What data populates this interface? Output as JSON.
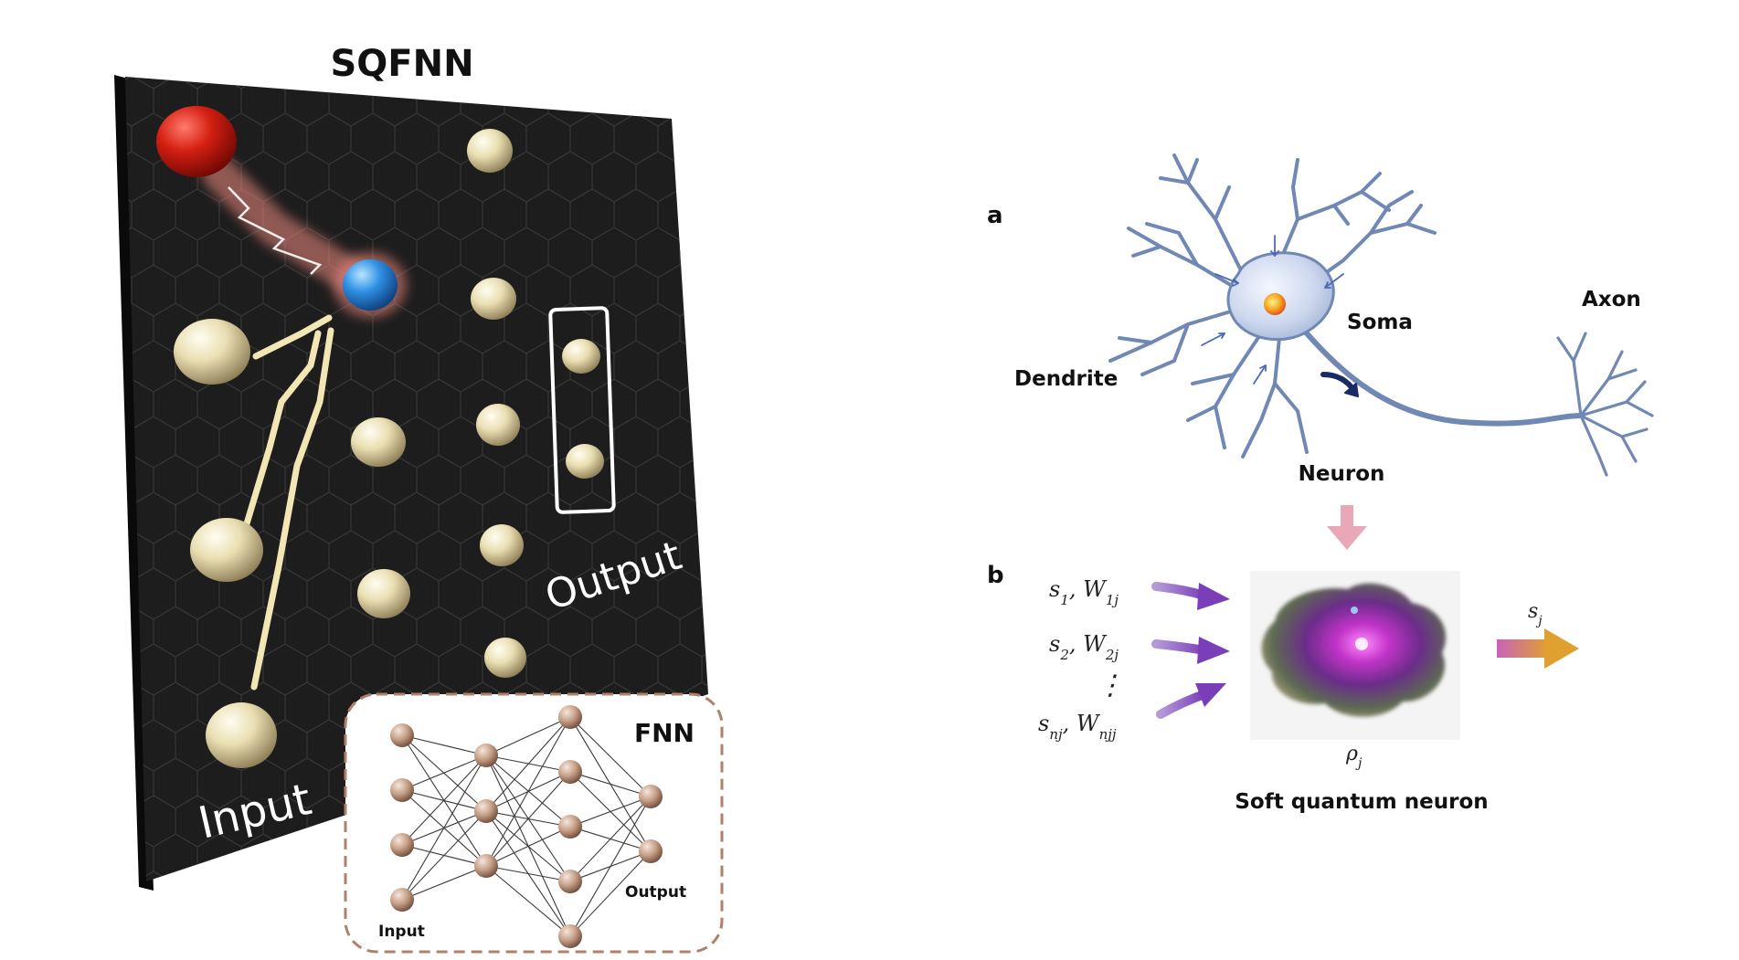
{
  "left_panel": {
    "title": "SQFNN",
    "input_label": "Input",
    "output_label": "Output",
    "inset": {
      "title": "FNN",
      "input_label": "Input",
      "output_label": "Output"
    }
  },
  "panel_a": {
    "label": "a",
    "dendrite": "Dendrite",
    "soma": "Soma",
    "axon": "Axon",
    "neuron": "Neuron"
  },
  "panel_b": {
    "label": "b",
    "inputs": [
      {
        "s_base": "s",
        "s_sub": "1",
        "w_base": "W",
        "w_sub": "1j"
      },
      {
        "s_base": "s",
        "s_sub": "2",
        "w_base": "W",
        "w_sub": "2j"
      },
      {
        "s_base": "s",
        "s_sub": "nj",
        "w_base": "W",
        "w_sub": "njj"
      }
    ],
    "ellipsis": "⋮",
    "output": {
      "base": "s",
      "sub": "j"
    },
    "rho": {
      "base": "ρ",
      "sub": "j"
    },
    "caption": "Soft quantum neuron"
  },
  "colors": {
    "board": "#1c1c1c",
    "board_edge": "#0a0a0a",
    "node": "#e8dcae",
    "red_node": "#c8190e",
    "blue_node": "#2b8de0",
    "glow": "#f08a80",
    "neuron_body": "#c8d4ea",
    "neuron_stroke": "#6f88b3",
    "down_arrow": "#e8a8b8",
    "input_arrow": "#8a5cc0",
    "out_arrow_start": "#c863b8",
    "out_arrow_end": "#e0a030",
    "inset_border": "#b0806a",
    "inset_node": "#c7a189"
  }
}
